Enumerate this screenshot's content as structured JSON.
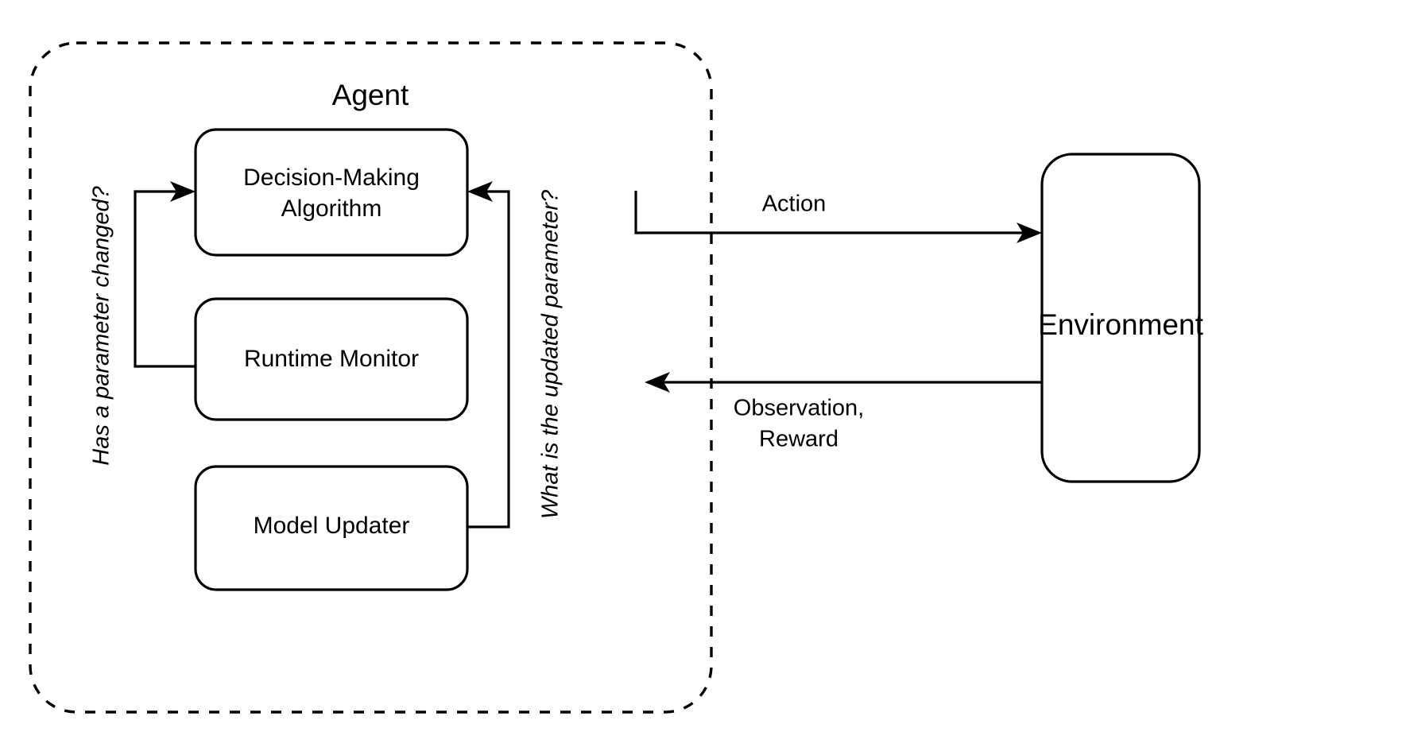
{
  "diagram": {
    "title_group": "Agent",
    "nodes": [
      {
        "id": "decision",
        "label_line1": "Decision-Making",
        "label_line2": "Algorithm"
      },
      {
        "id": "runtime",
        "label_line1": "Runtime Monitor",
        "label_line2": ""
      },
      {
        "id": "updater",
        "label_line1": "Model Updater",
        "label_line2": ""
      },
      {
        "id": "environment",
        "label_line1": "Environment",
        "label_line2": ""
      }
    ],
    "edges": [
      {
        "id": "monitor-to-decision",
        "label": "Has a parameter changed?",
        "style": "italic",
        "orientation": "vertical"
      },
      {
        "id": "updater-to-decision",
        "label": "What is the updated parameter?",
        "style": "italic",
        "orientation": "vertical"
      },
      {
        "id": "agent-to-environment",
        "label": "Action",
        "style": "normal",
        "orientation": "horizontal"
      },
      {
        "id": "environment-to-agent-line1",
        "label": "Observation,",
        "style": "normal",
        "orientation": "horizontal"
      },
      {
        "id": "environment-to-agent-line2",
        "label": "Reward",
        "style": "normal",
        "orientation": "horizontal"
      }
    ],
    "colors": {
      "stroke": "#000000",
      "fill": "#ffffff",
      "background": "#ffffff"
    }
  }
}
